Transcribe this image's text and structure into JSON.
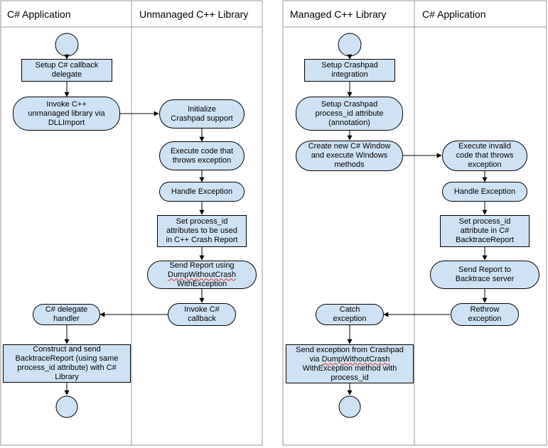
{
  "diagram_left": {
    "lane_csharp": "C# Application",
    "lane_unmanaged": "Unmanaged C++ Library",
    "nodes": {
      "setup_callback": "Setup C# callback\ndelegate",
      "invoke_cpp": "Invoke C++\nunmanaged library via\nDLLImport",
      "init_crashpad": "Initialize\nCrashpad support",
      "exec_throws": "Execute code that\nthrows exception",
      "handle_exception": "Handle Exception",
      "set_process_id": "Set process_id\nattributes to be used\nin C++ Crash Report",
      "send_report_1": "Send Report using",
      "send_report_2": "DumpWithoutCrash",
      "send_report_3": "WithException",
      "invoke_callback": "Invoke C#\ncallback",
      "delegate_handler": "C# delegate\nhandler",
      "construct_send": "Construct and send\nBacktraceReport (using same\nprocess_id attribute) with C#\nLibrary"
    }
  },
  "diagram_right": {
    "lane_managed": "Managed C++ Library",
    "lane_csharp": "C# Application",
    "nodes": {
      "setup_crashpad": "Setup Crashpad\nintegration",
      "setup_attr": "Setup Crashpad\nprocess_id attribute\n(annotation)",
      "create_window": "Create new C# Window\nand execute Windows\nmethods",
      "exec_invalid": "Execute invalid\ncode that throws\nexception",
      "handle_exception": "Handle Exception",
      "set_process_id": "Set process_id\nattribute in C#\nBacktraceReport",
      "send_report": "Send Report to\nBacktrace server",
      "rethrow": "Rethrow\nexception",
      "catch_exception": "Catch\nexception",
      "send_from_crashpad_1": "Send exception from Crashpad",
      "send_from_crashpad_2": "via DumpWithoutCrash",
      "send_from_crashpad_3": "WithException method with",
      "send_from_crashpad_4": "process_id"
    }
  },
  "colors": {
    "node_fill": "#cfe2f3",
    "stroke": "#000000",
    "lane_border": "#999999",
    "spellcheck": "#e03030"
  }
}
